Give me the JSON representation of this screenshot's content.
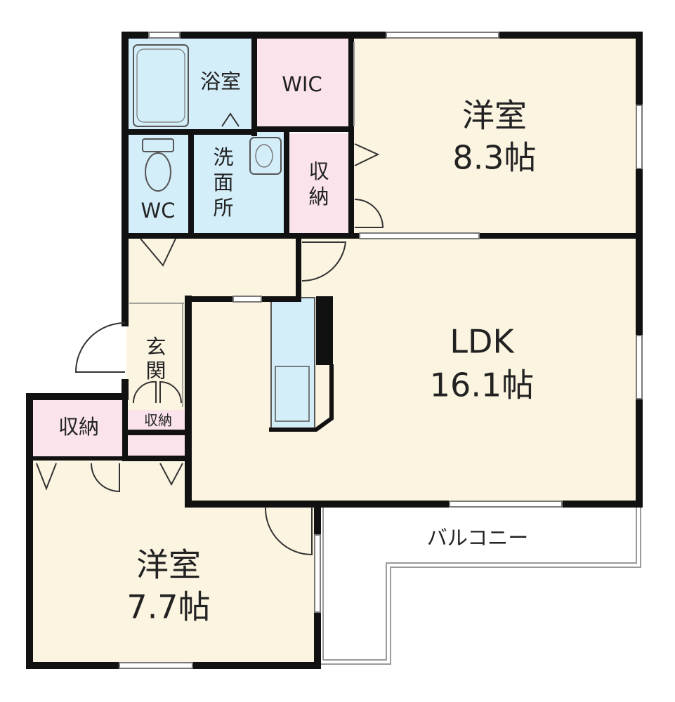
{
  "floorplan": {
    "colors": {
      "room_fill": "#fbf4e1",
      "wet_fill": "#d3eef9",
      "storage_fill": "#fbe3ec",
      "wall": "#111111",
      "balcony_line": "#9a9a9a",
      "window_line": "#7a7a7a"
    },
    "rooms": {
      "western_room_1": {
        "name": "洋室",
        "size": "8.3帖"
      },
      "ldk": {
        "name": "LDK",
        "size": "16.1帖"
      },
      "western_room_2": {
        "name": "洋室",
        "size": "7.7帖"
      },
      "bathroom": {
        "name": "浴室"
      },
      "wic": {
        "name": "WIC"
      },
      "washroom": {
        "name_lines": [
          "洗",
          "面",
          "所"
        ]
      },
      "toilet": {
        "name": "WC"
      },
      "storage_1": {
        "name_lines": [
          "収",
          "納"
        ]
      },
      "entrance": {
        "name_lines": [
          "玄",
          "関"
        ]
      },
      "storage_entrance": {
        "name": "収納"
      },
      "storage_west": {
        "name": "収納"
      },
      "balcony": {
        "name": "バルコニー"
      }
    }
  }
}
